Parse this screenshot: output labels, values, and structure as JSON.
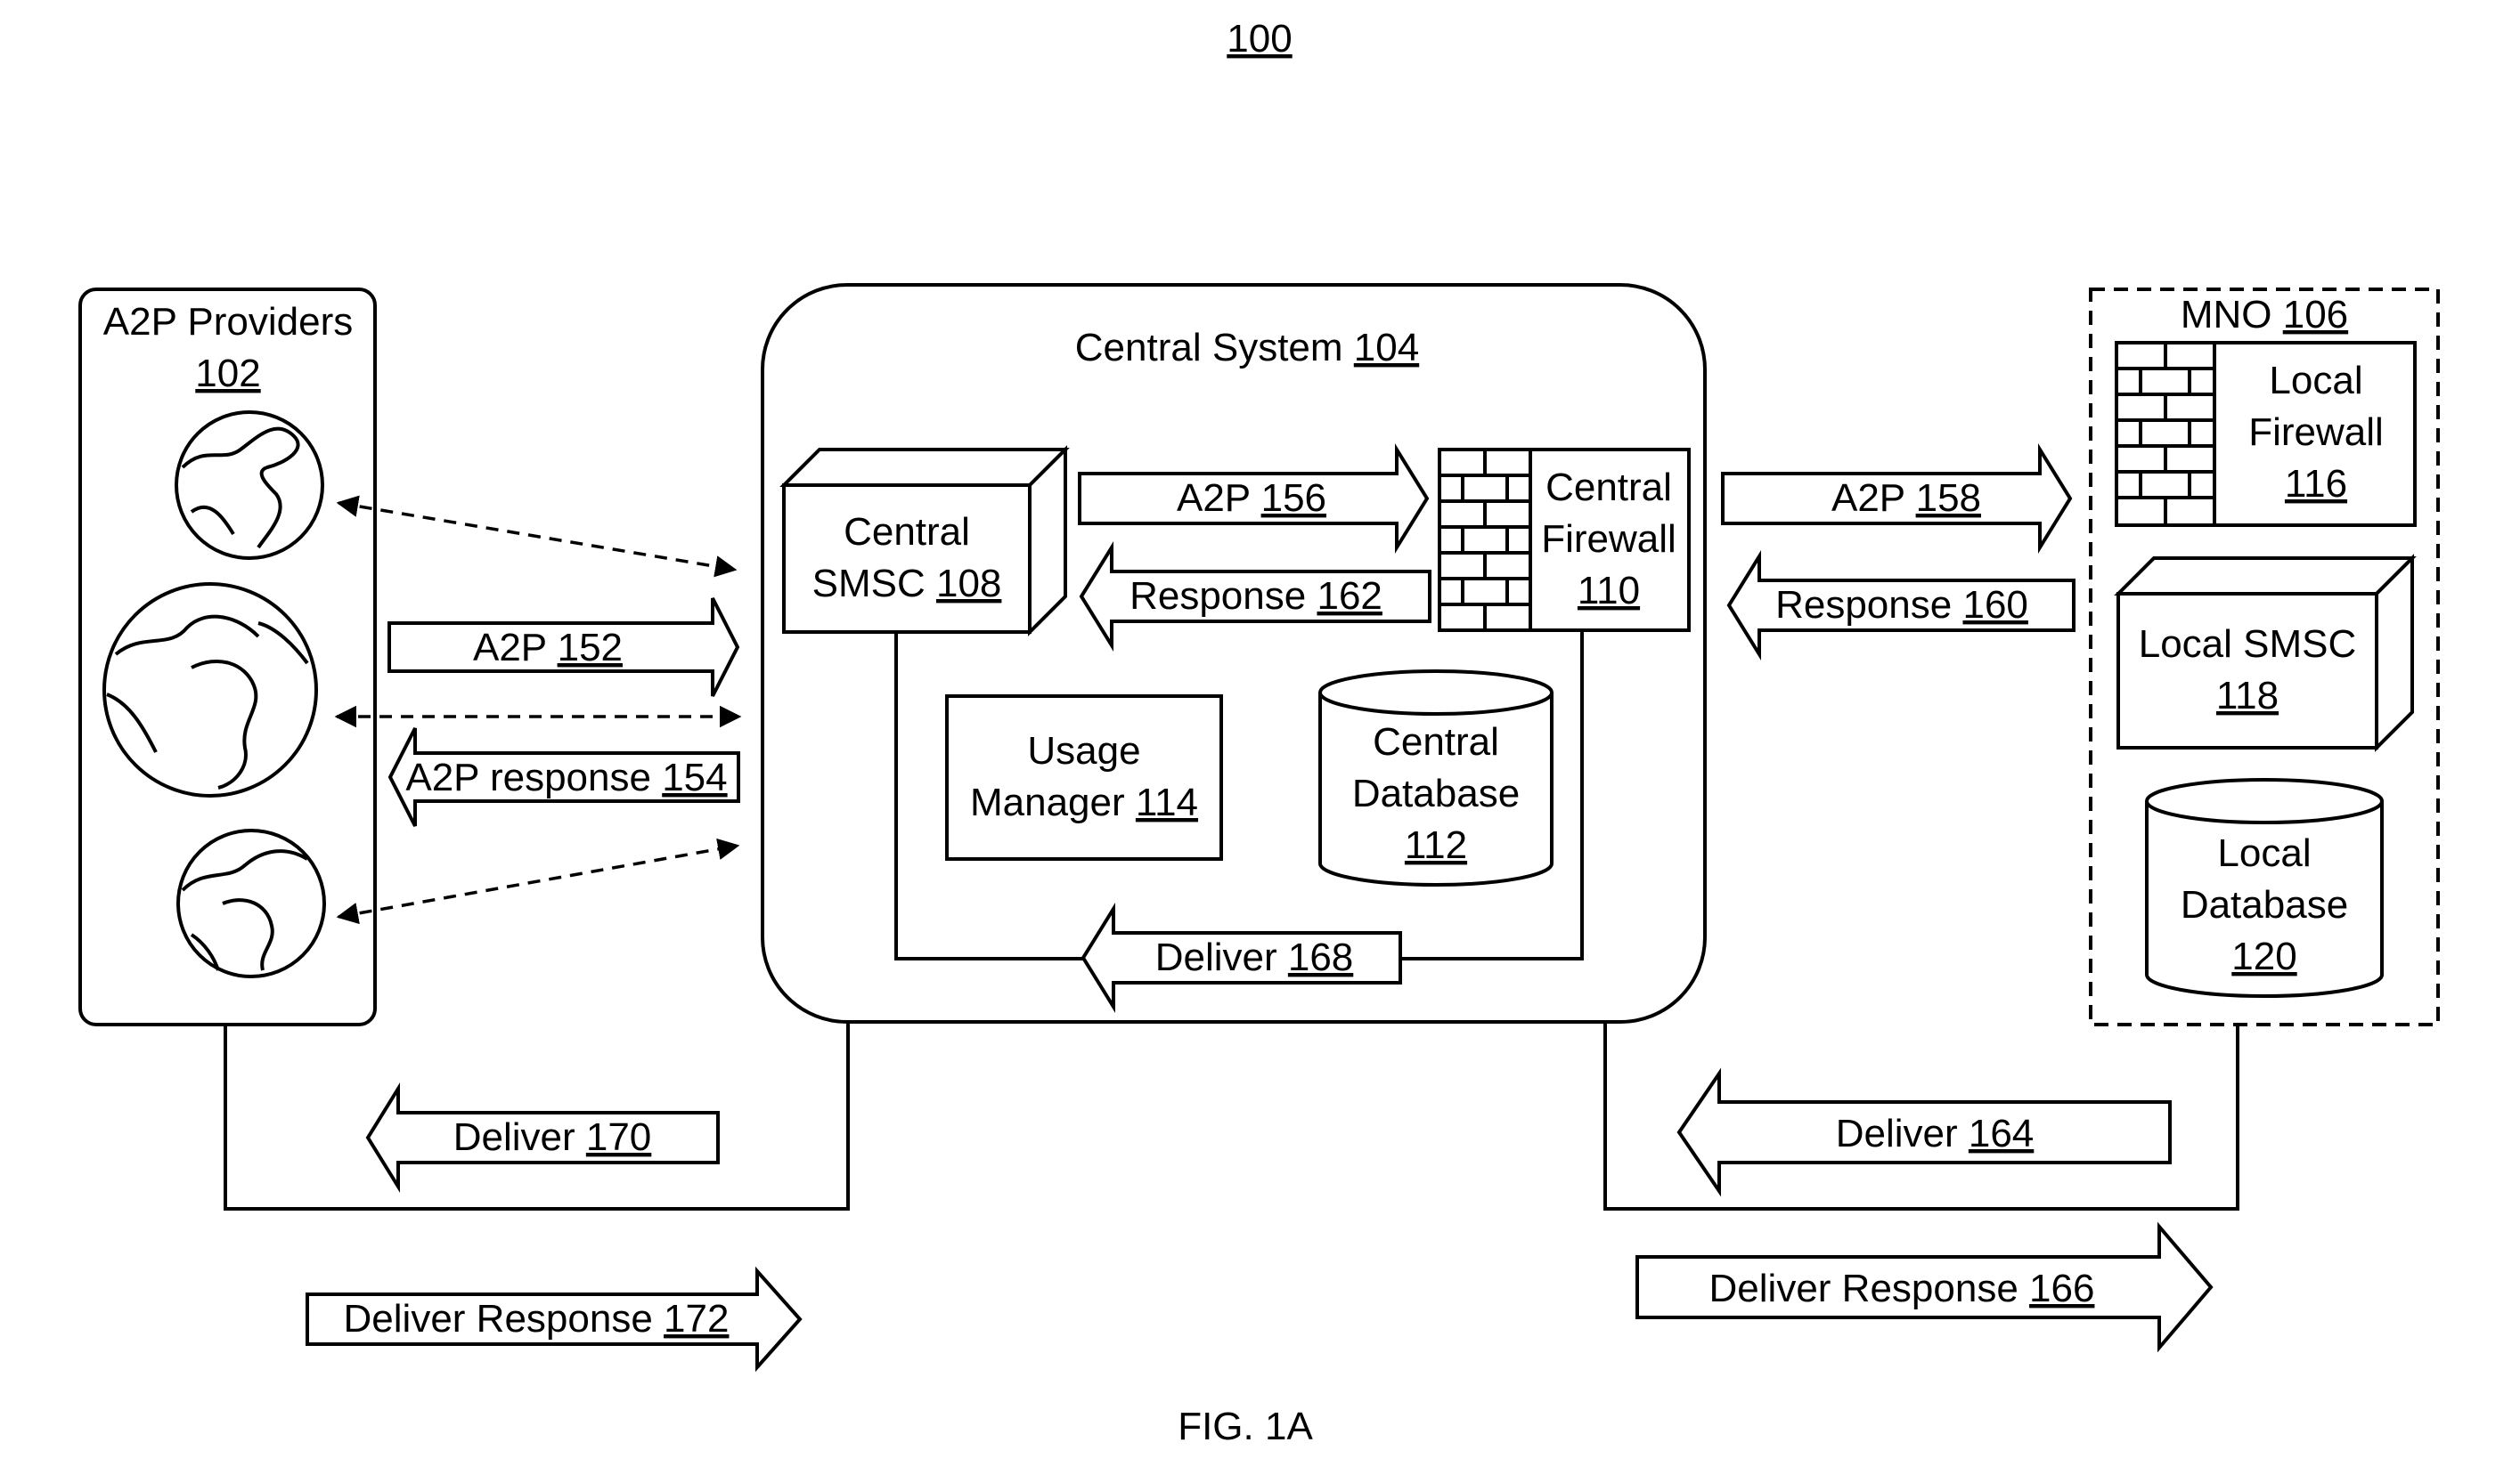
{
  "figure": {
    "number": "100",
    "caption": "FIG. 1A"
  },
  "a2p_providers": {
    "title": "A2P Providers",
    "ref": "102"
  },
  "central_system": {
    "title": "Central System",
    "ref": "104"
  },
  "central_smsc": {
    "line1": "Central",
    "line2": "SMSC",
    "ref": "108"
  },
  "central_firewall": {
    "line1": "Central",
    "line2": "Firewall",
    "ref": "110"
  },
  "usage_manager": {
    "line1": "Usage",
    "line2": "Manager",
    "ref": "114"
  },
  "central_database": {
    "line1": "Central",
    "line2": "Database",
    "ref": "112"
  },
  "mno": {
    "title": "MNO",
    "ref": "106"
  },
  "local_firewall": {
    "line1": "Local",
    "line2": "Firewall",
    "ref": "116"
  },
  "local_smsc": {
    "line1": "Local SMSC",
    "ref": "118"
  },
  "local_database": {
    "line1": "Local",
    "line2": "Database",
    "ref": "120"
  },
  "arrows": {
    "a2p_152": {
      "label": "A2P",
      "ref": "152"
    },
    "a2p_response_154": {
      "label": "A2P response",
      "ref": "154"
    },
    "a2p_156": {
      "label": "A2P",
      "ref": "156"
    },
    "response_162": {
      "label": "Response",
      "ref": "162"
    },
    "a2p_158": {
      "label": "A2P",
      "ref": "158"
    },
    "response_160": {
      "label": "Response",
      "ref": "160"
    },
    "deliver_168": {
      "label": "Deliver",
      "ref": "168"
    },
    "deliver_170": {
      "label": "Deliver",
      "ref": "170"
    },
    "deliver_164": {
      "label": "Deliver",
      "ref": "164"
    },
    "deliver_response_172": {
      "label": "Deliver Response",
      "ref": "172"
    },
    "deliver_response_166": {
      "label": "Deliver Response",
      "ref": "166"
    }
  }
}
